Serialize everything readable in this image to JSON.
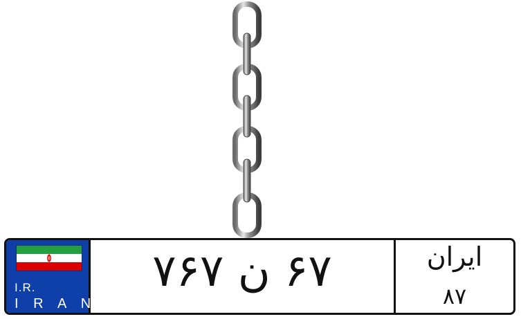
{
  "plate": {
    "country_line1": "I.R.",
    "country_line2": "I R A N",
    "number_text": "۶۷ ن ۷۶۷",
    "province_label": "ایران",
    "province_code": "۸۷"
  },
  "colors": {
    "band_blue": "#0f3fa8",
    "flag_green": "#239f40",
    "flag_white": "#ffffff",
    "flag_red": "#da0000",
    "border": "#111111"
  },
  "icons": {
    "chain": "chain-icon",
    "flag": "iran-flag-icon",
    "emblem": "emblem-icon"
  }
}
